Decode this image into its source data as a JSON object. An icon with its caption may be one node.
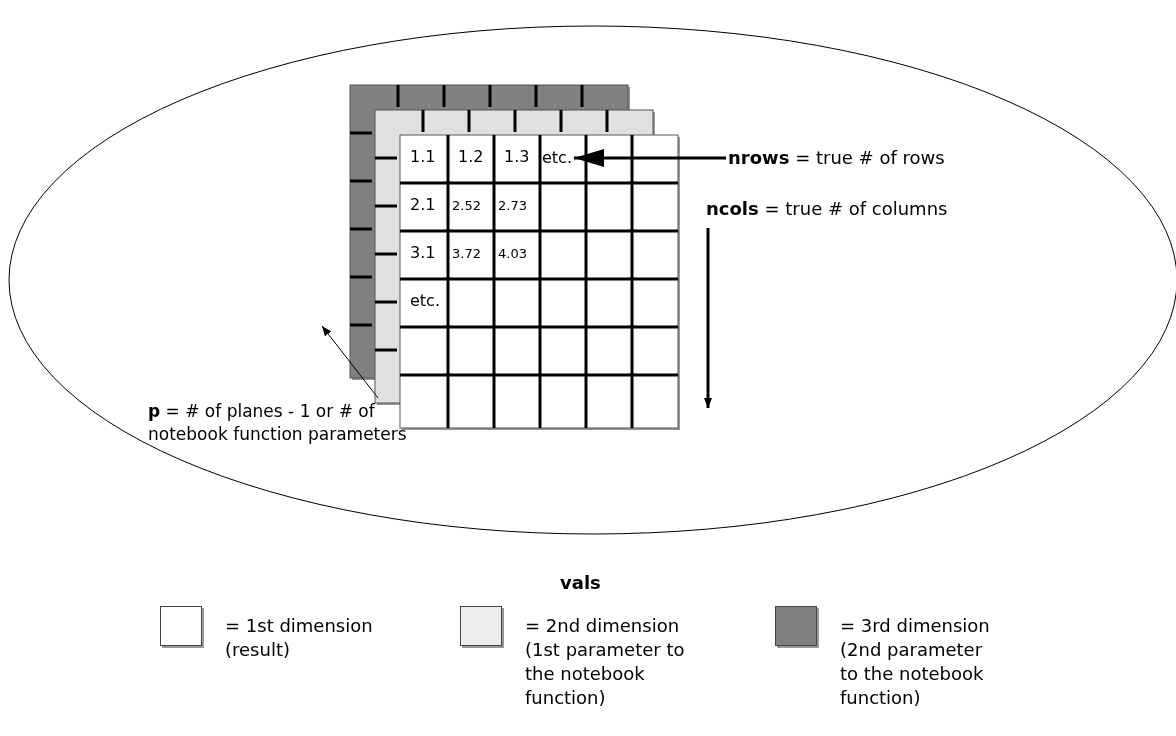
{
  "diagram": {
    "nodes": [
      {
        "text": [
          "**nrows** = true # of rows"
        ]
      },
      {
        "text": [
          "etc."
        ]
      },
      {
        "text": [
          "**p** = # of planes - 1 or # of notebook function parameters"
        ]
      }
    ],
    "edges": [
      {
        "from": 0,
        "to": 1,
        "arrow": "to",
        "style": "thick"
      },
      {
        "from": 2,
        "to": null,
        "arrow": "to"
      }
    ],
    "labels": [
      "1.1",
      "1.2",
      "1.3",
      "2.1",
      "2.52",
      "2.73",
      "3.1",
      "3.72",
      "4.03",
      "etc.",
      "**ncols** = true # of columns",
      "vals"
    ],
    "legend": [
      {
        "text": "= 1st dimension (result)",
        "color": "#ffffff"
      },
      {
        "text": "= 2nd dimension (1st parameter to the notebook function)",
        "color": "#eeeeee"
      },
      {
        "text": "= 3rd dimension (2nd parameter to the notebook function)",
        "color": "#808080"
      }
    ]
  }
}
